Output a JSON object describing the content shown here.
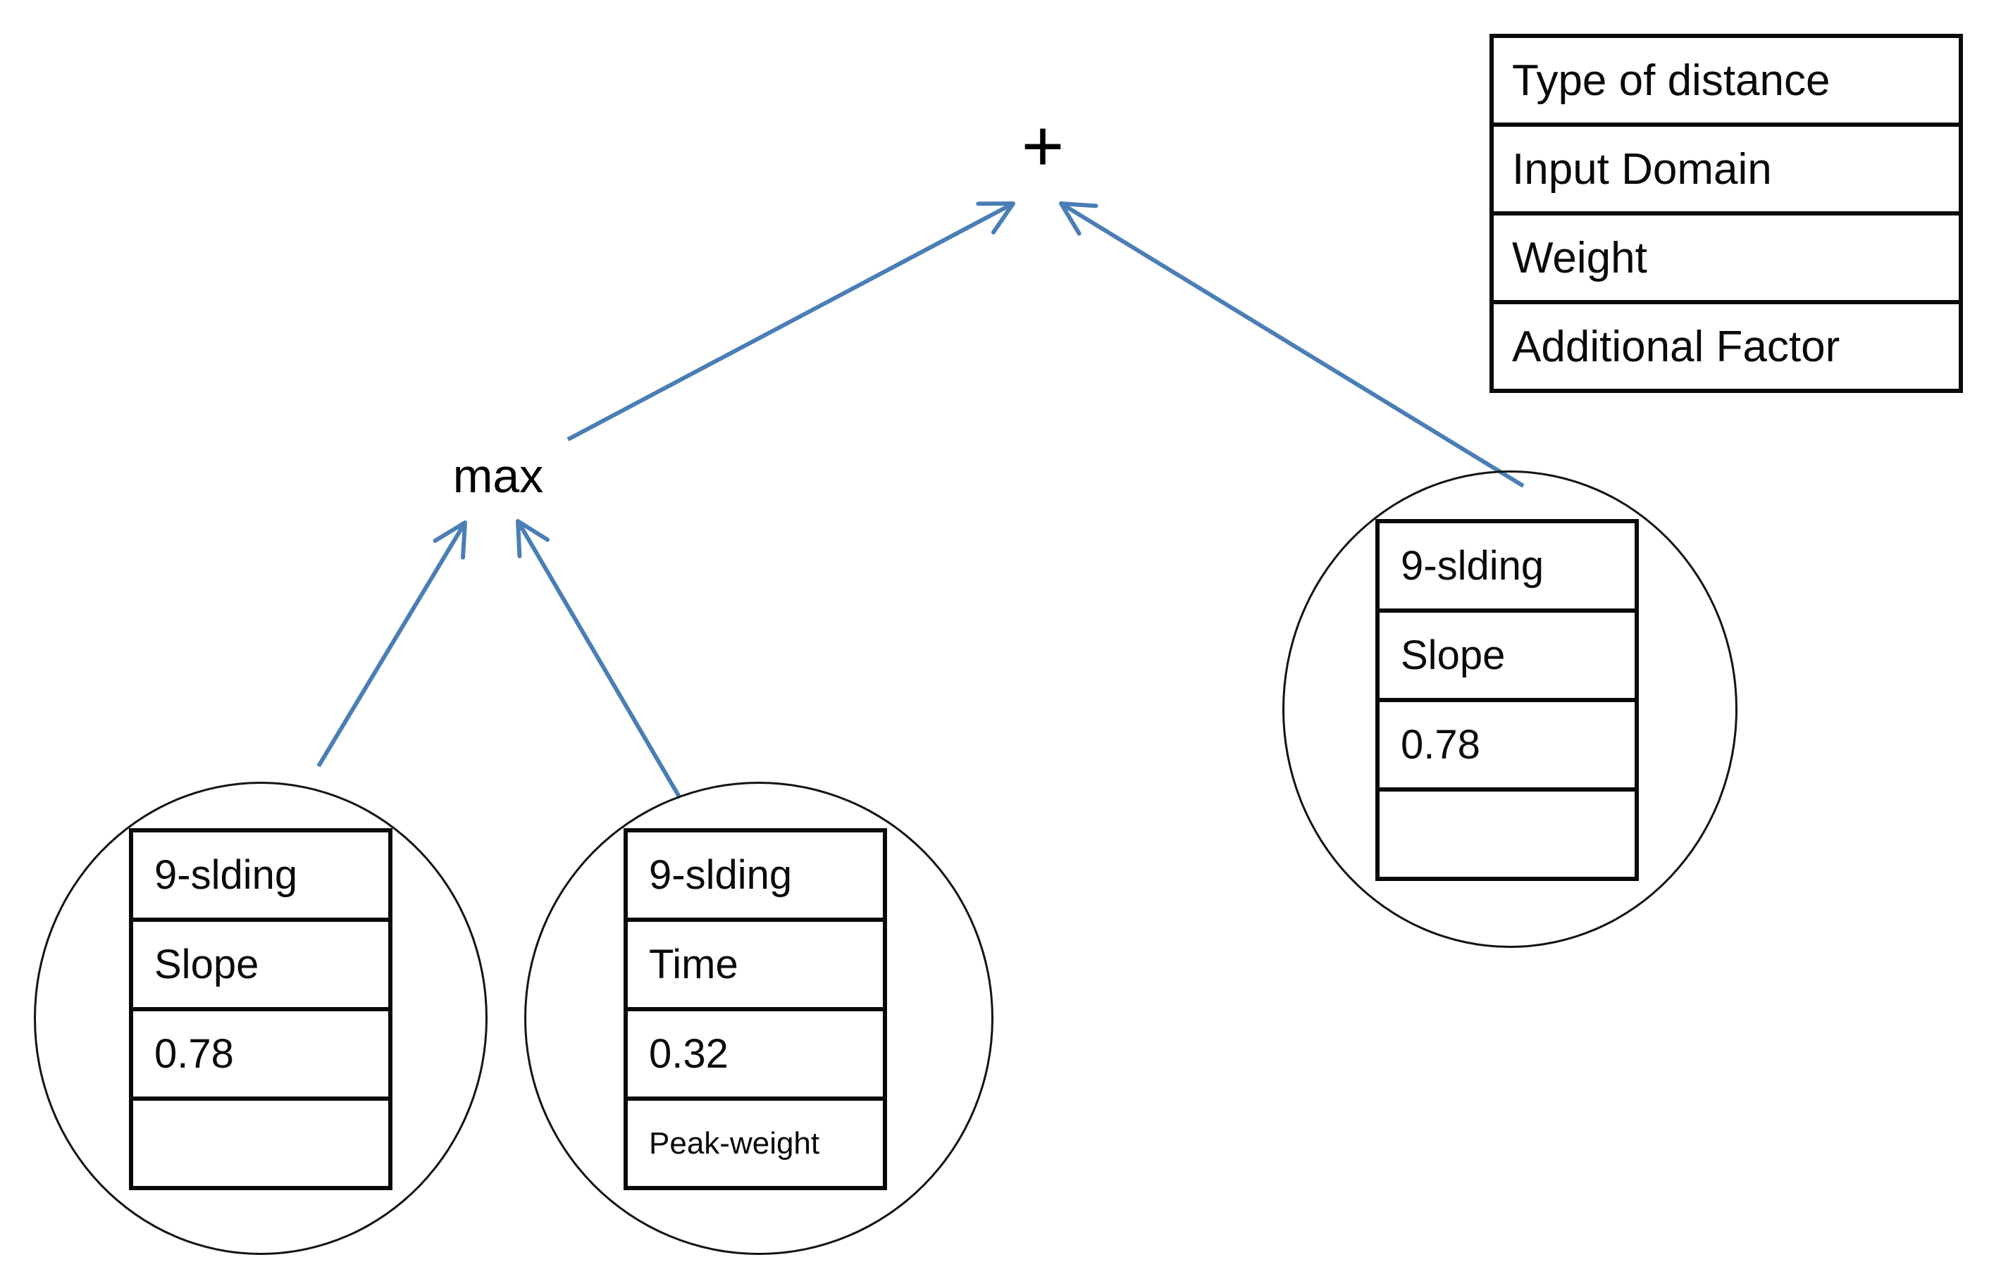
{
  "colors": {
    "arrow": "#4a7eb5",
    "line": "#0a0a0a",
    "background": "#ffffff"
  },
  "operators": {
    "plus": "+",
    "max": "max"
  },
  "legend": {
    "rows": [
      "Type of distance",
      "Input Domain",
      "Weight",
      "Additional Factor"
    ]
  },
  "nodes": [
    {
      "id": "bottom-left",
      "rows": [
        "9-slding",
        "Slope",
        "0.78",
        ""
      ]
    },
    {
      "id": "bottom-middle",
      "rows": [
        "9-slding",
        "Time",
        "0.32",
        "Peak-weight"
      ]
    },
    {
      "id": "right",
      "rows": [
        "9-slding",
        "Slope",
        "0.78",
        ""
      ]
    }
  ],
  "edges": [
    {
      "from": "bottom-left",
      "to": "max"
    },
    {
      "from": "bottom-middle",
      "to": "max"
    },
    {
      "from": "max",
      "to": "plus"
    },
    {
      "from": "right",
      "to": "plus"
    }
  ]
}
